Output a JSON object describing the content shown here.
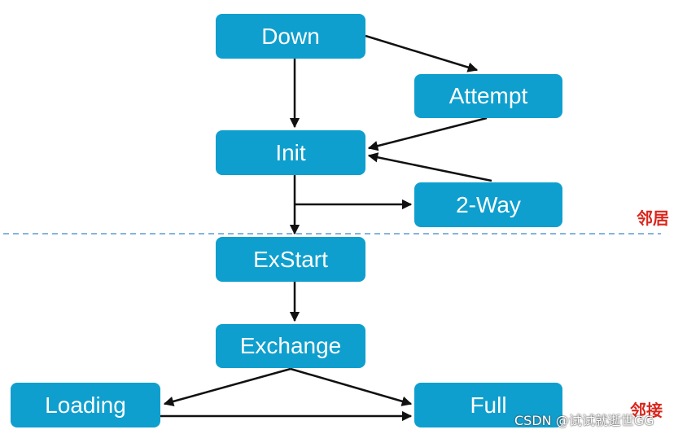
{
  "nodes": {
    "down": "Down",
    "attempt": "Attempt",
    "init": "Init",
    "two_way": "2-Way",
    "exstart": "ExStart",
    "exchange": "Exchange",
    "loading": "Loading",
    "full": "Full"
  },
  "zones": {
    "neighbor": "邻居",
    "adjacency": "邻接"
  },
  "watermark": "CSDN @试试就逝世GG",
  "colors": {
    "node_fill": "#0e9fce",
    "node_text": "#ffffff",
    "arrow": "#111111",
    "divider": "#5b9bd5",
    "zone_label": "#d9261c"
  }
}
